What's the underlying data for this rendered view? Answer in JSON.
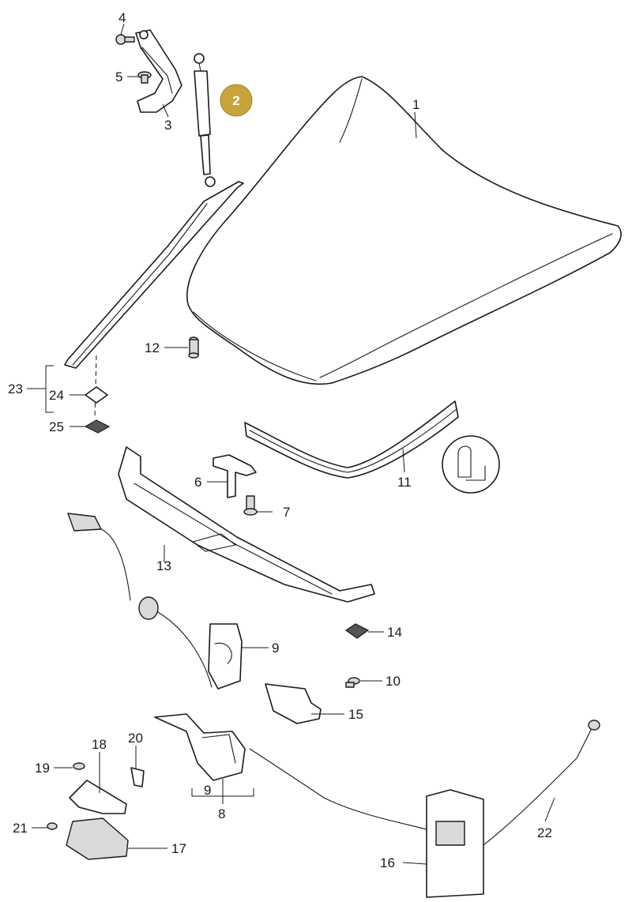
{
  "highlight": {
    "label": "2",
    "color": "#c8a43c"
  },
  "callouts": {
    "c1": "1",
    "c3": "3",
    "c4": "4",
    "c5": "5",
    "c6": "6",
    "c7": "7",
    "c8": "8",
    "c9a": "9",
    "c9b": "9",
    "c10": "10",
    "c11": "11",
    "c12": "12",
    "c13": "13",
    "c14": "14",
    "c15": "15",
    "c16": "16",
    "c17": "17",
    "c18": "18",
    "c19": "19",
    "c20": "20",
    "c21": "21",
    "c22": "22",
    "c23": "23",
    "c24": "24",
    "c25": "25"
  }
}
